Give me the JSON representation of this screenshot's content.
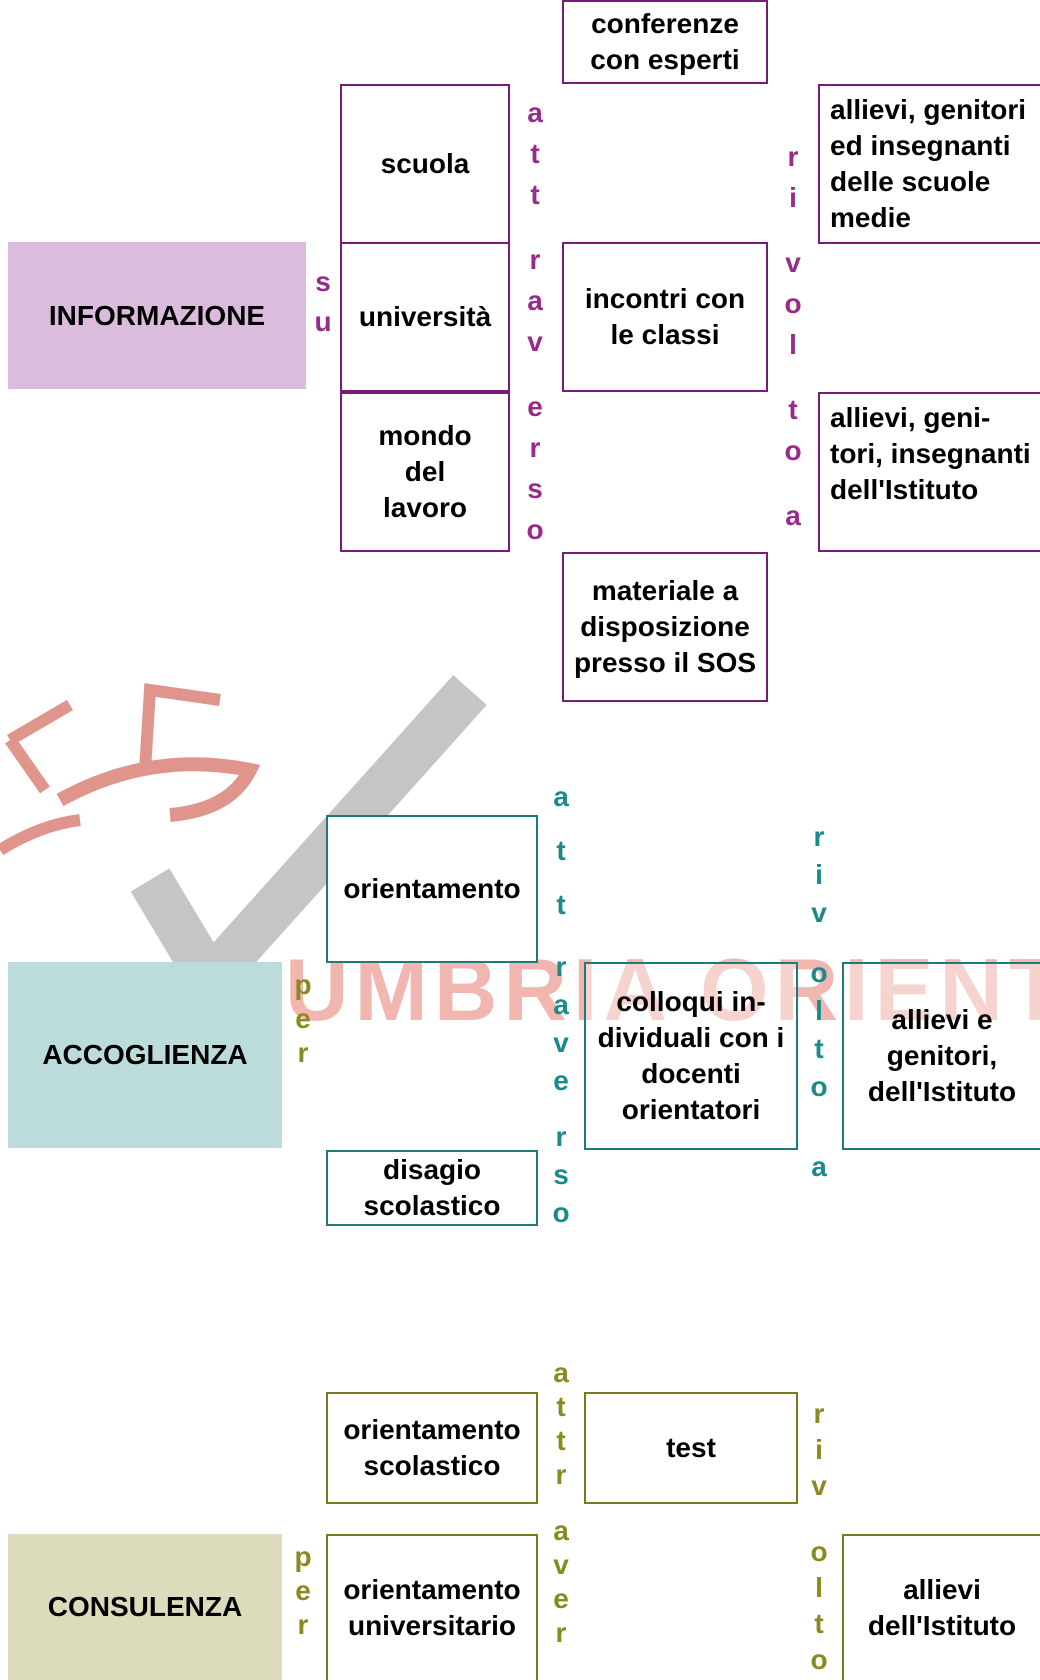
{
  "informazione": {
    "title": "INFORMAZIONE",
    "conn_su": [
      "s",
      "u"
    ],
    "sources": [
      "scuola",
      "università",
      "mondo del lavoro"
    ],
    "conn_attraverso": [
      "a",
      "t",
      "t",
      "r",
      "a",
      "v",
      "e",
      "r",
      "s",
      "o"
    ],
    "means": [
      "conferenze con esperti",
      "incontri con le classi",
      "materiale a disposizione presso il SOS"
    ],
    "conn_rivolto_a": [
      "r",
      "i",
      "v",
      "o",
      "l",
      "t",
      "o",
      "a"
    ],
    "targets": [
      "allievi, genitori ed insegnanti delle scuole medie",
      "allievi, geni-tori, insegnanti dell'Istituto"
    ]
  },
  "accoglienza": {
    "title": "ACCOGLIENZA",
    "conn_per": [
      "p",
      "e",
      "r"
    ],
    "sources": [
      "orientamento",
      "disagio scolastico"
    ],
    "conn_attraverso": [
      "a",
      "t",
      "t",
      "r",
      "a",
      "v",
      "e",
      "r",
      "s",
      "o"
    ],
    "means": [
      "colloqui in-dividuali con i docenti orientatori"
    ],
    "conn_rivolto_a": [
      "r",
      "i",
      "v",
      "o",
      "l",
      "t",
      "o",
      "a"
    ],
    "targets": [
      "allievi e genitori, dell'Istituto"
    ]
  },
  "consulenza": {
    "title": "CONSULENZA",
    "conn_per": [
      "p",
      "e",
      "r"
    ],
    "sources": [
      "orientamento scolastico",
      "orientamento universitario"
    ],
    "conn_attraverso": [
      "a",
      "t",
      "t",
      "r",
      "a",
      "v",
      "e",
      "r"
    ],
    "means": [
      "test"
    ],
    "conn_rivolto_a": [
      "r",
      "i",
      "v",
      "o",
      "l",
      "t",
      "o"
    ],
    "targets": [
      "allievi dell'Istituto"
    ]
  },
  "watermark_text": "UMBRIA ORIENTA",
  "colors": {
    "informazione_bg": "#dcbcdc",
    "accoglienza_bg": "#bcdcdc",
    "consulenza_bg": "#dcdcbc",
    "purple": "#9a2a8a",
    "teal": "#1a8a8a",
    "olive": "#8a8a20"
  }
}
